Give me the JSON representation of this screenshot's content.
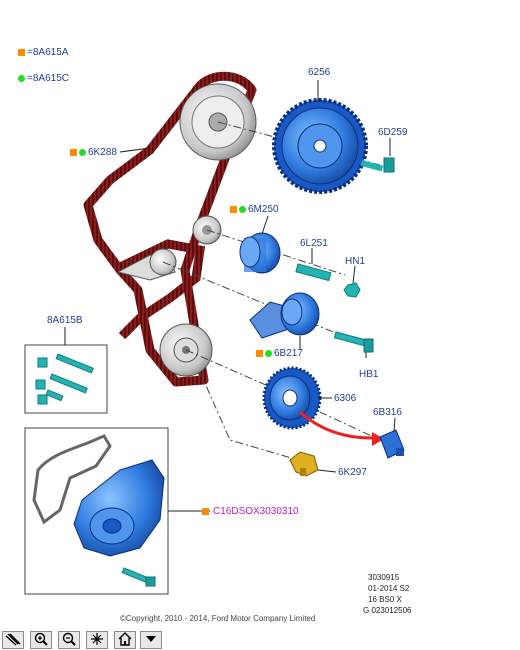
{
  "legend": [
    {
      "marker": "square",
      "color": "#ff8c00",
      "text": "=8A615A"
    },
    {
      "marker": "circle",
      "color": "#22dd22",
      "text": "=8A615C"
    }
  ],
  "labels": {
    "l6256": "6256",
    "l6D259": "6D259",
    "l6K288": "6K288",
    "l6M250": "6M250",
    "l6L251": "6L251",
    "lHN1": "HN1",
    "l6B217": "6B217",
    "lHB1": "HB1",
    "l8A615B": "8A615B",
    "l6306": "6306",
    "l6B316": "6B316",
    "l6K297": "6K297",
    "lC16": "C16DSOX3030310"
  },
  "reference": {
    "line1": "3030915",
    "line2": "01-2014 S2",
    "line3": "16 BS0 X",
    "line4": "G 023012506"
  },
  "copyright": "©Copyright, 2010 - 2014, Ford Motor Company Limited",
  "toolbar": {
    "buttons": [
      "select-tool-icon",
      "zoom-in-icon",
      "zoom-out-icon",
      "pan-tool-icon",
      "home-icon",
      "dropdown-arrow-icon"
    ]
  },
  "colors": {
    "belt": "#8b1c1c",
    "part_blue": "#2f7be0",
    "bolt_teal": "#23b3b3",
    "sensor_yellow": "#e0b020",
    "arrow_red": "#ee2020",
    "label_blue": "#1f3f8f",
    "label_magenta": "#c218c2"
  }
}
